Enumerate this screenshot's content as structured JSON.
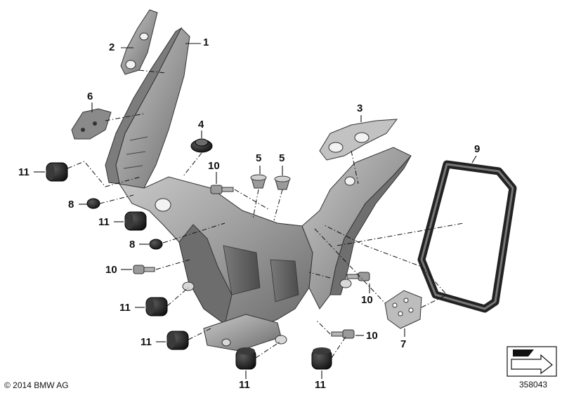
{
  "callouts": [
    {
      "id": "c1",
      "label": "1"
    },
    {
      "id": "c2",
      "label": "2"
    },
    {
      "id": "c3",
      "label": "3"
    },
    {
      "id": "c4",
      "label": "4"
    },
    {
      "id": "c5a",
      "label": "5"
    },
    {
      "id": "c5b",
      "label": "5"
    },
    {
      "id": "c6",
      "label": "6"
    },
    {
      "id": "c7",
      "label": "7"
    },
    {
      "id": "c8a",
      "label": "8"
    },
    {
      "id": "c8b",
      "label": "8"
    },
    {
      "id": "c9",
      "label": "9"
    },
    {
      "id": "c10a",
      "label": "10"
    },
    {
      "id": "c10b",
      "label": "10"
    },
    {
      "id": "c10c",
      "label": "10"
    },
    {
      "id": "c10d",
      "label": "10"
    },
    {
      "id": "c11a",
      "label": "11"
    },
    {
      "id": "c11b",
      "label": "11"
    },
    {
      "id": "c11c",
      "label": "11"
    },
    {
      "id": "c11d",
      "label": "11"
    },
    {
      "id": "c11e",
      "label": "11"
    },
    {
      "id": "c11f",
      "label": "11"
    }
  ],
  "footer": {
    "copyright": "© 2014 BMW AG",
    "diagram_number": "358043"
  },
  "colors": {
    "part_fill": "#9a9a9a",
    "part_dark": "#5e5e5e",
    "part_light": "#cfcfcf",
    "rubber": "#1c1c1c",
    "line": "#111111"
  },
  "icons": {
    "corner_icon": "arrow-document-icon"
  }
}
